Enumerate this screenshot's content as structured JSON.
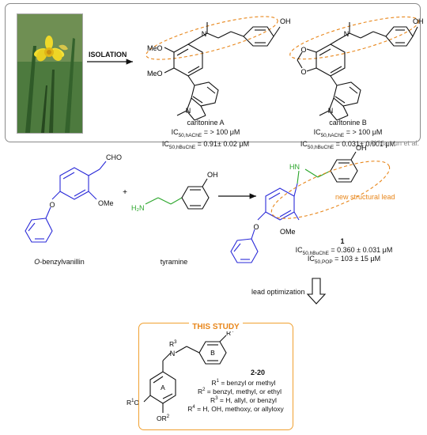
{
  "top": {
    "isolation_label": "ISOLATION",
    "carltonine_a": {
      "name": "carltonine A",
      "ache_label": "IC",
      "ache_sub": "50,hAChE",
      "ache_value": " = > 100 μM",
      "buche_label": "IC",
      "buche_sub": "50,hBuChE",
      "buche_value": " = 0.91± 0.02 μM"
    },
    "carltonine_b": {
      "name": "carltonine B",
      "ache_label": "IC",
      "ache_sub": "50,hAChE",
      "ache_value": " = > 100 μM",
      "buche_label": "IC",
      "buche_sub": "50,hBuChE",
      "buche_value": " = 0.031± 0.001 μM"
    },
    "credit": "Al Mamun et al.",
    "atoms": {
      "oh": "OH",
      "meo": "MeO",
      "n": "N"
    }
  },
  "middle": {
    "reactant1": "O-benzylvanillin",
    "reactant1_prefix": "O",
    "reactant1_rest": "-benzylvanillin",
    "reactant2": "tyramine",
    "plus": "+",
    "cho": "CHO",
    "ome": "OMe",
    "h2n": "H₂N",
    "hn": "HN",
    "o": "O",
    "lead_note": "new structural lead",
    "compound": "1",
    "buche_label": "IC",
    "buche_sub": "50,hBuChE",
    "buche_value": " = 0.360 ± 0.031 μM",
    "pop_label": "IC",
    "pop_sub": "50,POP",
    "pop_value": " = 103 ± 15 μM",
    "optimization": "lead optimization"
  },
  "study": {
    "title": "THIS STUDY",
    "compounds": "2-20",
    "ring_a": "A",
    "ring_b": "B",
    "r1_lines": [
      "R",
      "1",
      " = benzyl or methyl"
    ],
    "r2_lines": [
      "R",
      "2",
      " = benzyl, methyl, or ethyl"
    ],
    "r3_lines": [
      "R",
      "3",
      " = H, allyl, or benzyl"
    ],
    "r4_lines": [
      "R",
      "4",
      " = H, OH, methoxy, or allyloxy"
    ]
  },
  "colors": {
    "blue": "#2a2ad8",
    "green": "#2aa52a",
    "orange": "#e8861a",
    "panel_border": "#8a8a8a"
  }
}
